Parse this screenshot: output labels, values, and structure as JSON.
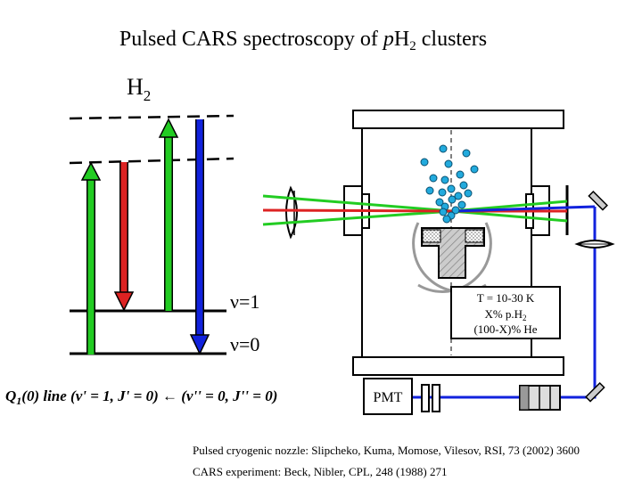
{
  "title": {
    "prefix": "Pulsed CARS spectroscopy of ",
    "italic": "p",
    "main": "H",
    "sub": "2",
    "suffix": " clusters"
  },
  "molecule": {
    "main": "H",
    "sub": "2"
  },
  "levels": {
    "v1": "ν=1",
    "v0": "ν=0"
  },
  "transition": {
    "pre": "Q",
    "sub": "1",
    "post": "(0) line (v' = 1, J' = 0) ← (v'' = 0, J'' = 0)"
  },
  "conditions": {
    "temp": "T = 10-30 K",
    "conc_pre": "X% p.H",
    "conc_sub": "2",
    "he": "(100-X)% He"
  },
  "detector": "PMT",
  "references": [
    "Pulsed cryogenic nozzle: Slipcheko, Kuma, Momose, Vilesov, RSI, 73 (2002) 3600",
    "CARS experiment: Beck, Nibler, CPL, 248 (1988) 271"
  ],
  "colors": {
    "pump": "#22cc22",
    "stokes": "#dd2222",
    "antistokes": "#1122dd",
    "cluster": "#22aadd",
    "nozzle_fill": "#cccccc"
  }
}
